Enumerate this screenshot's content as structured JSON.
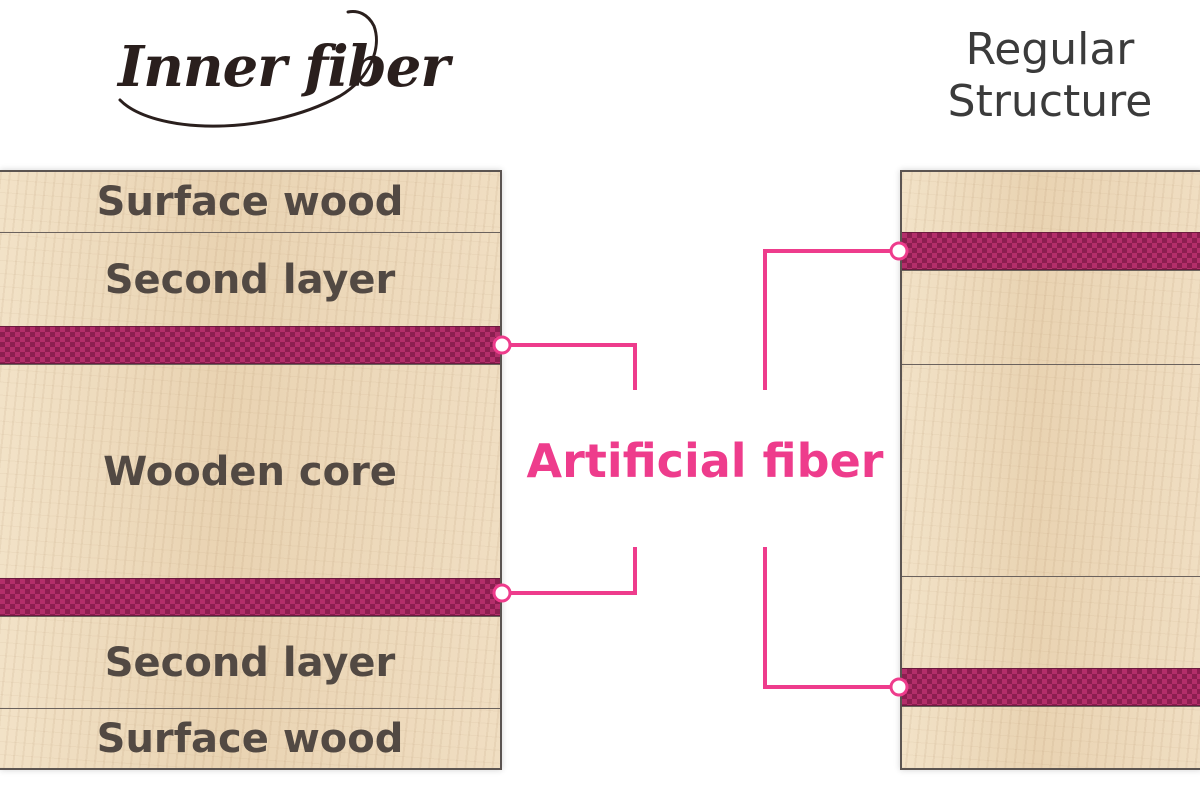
{
  "brand": {
    "logo_text": "Inner fiber"
  },
  "regular_structure": {
    "title_line1": "Regular",
    "title_line2": "Structure"
  },
  "inner_fiber_layers": [
    "Surface wood",
    "Second layer",
    "Wooden core",
    "Second layer",
    "Surface wood"
  ],
  "callout": {
    "label": "Artificial fiber"
  },
  "colors": {
    "fiber": "#b32e6a",
    "callout": "#ee3c8c",
    "wood": "#efdcbf",
    "label_text": "#524943"
  }
}
